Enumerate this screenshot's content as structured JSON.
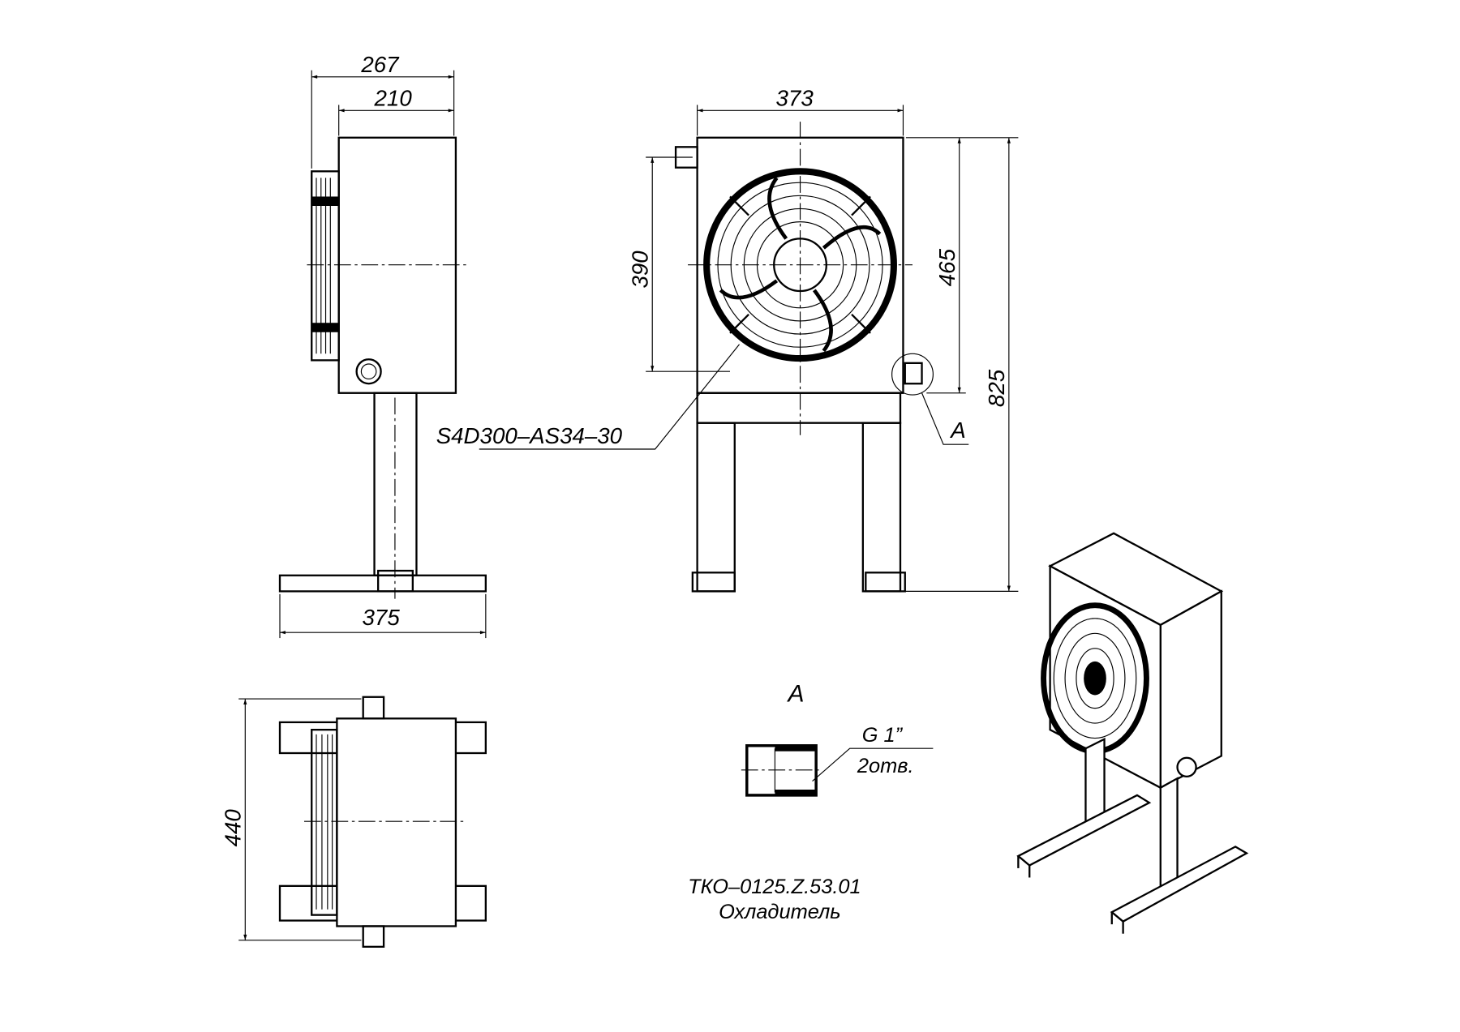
{
  "dimensions": {
    "side_width_overall": "267",
    "side_width_body": "210",
    "base_length": "375",
    "front_width": "373",
    "fan_grid_height": "390",
    "body_height": "465",
    "total_height": "825",
    "top_depth": "440"
  },
  "callouts": {
    "fan_model": "S4D300–AS34–30",
    "detail_ref": "A"
  },
  "detail": {
    "title": "A",
    "thread": "G  1”",
    "holes": "2отв."
  },
  "title_block": {
    "designation": "ТКО–0125.Z.53.01",
    "name": "Охладитель"
  }
}
